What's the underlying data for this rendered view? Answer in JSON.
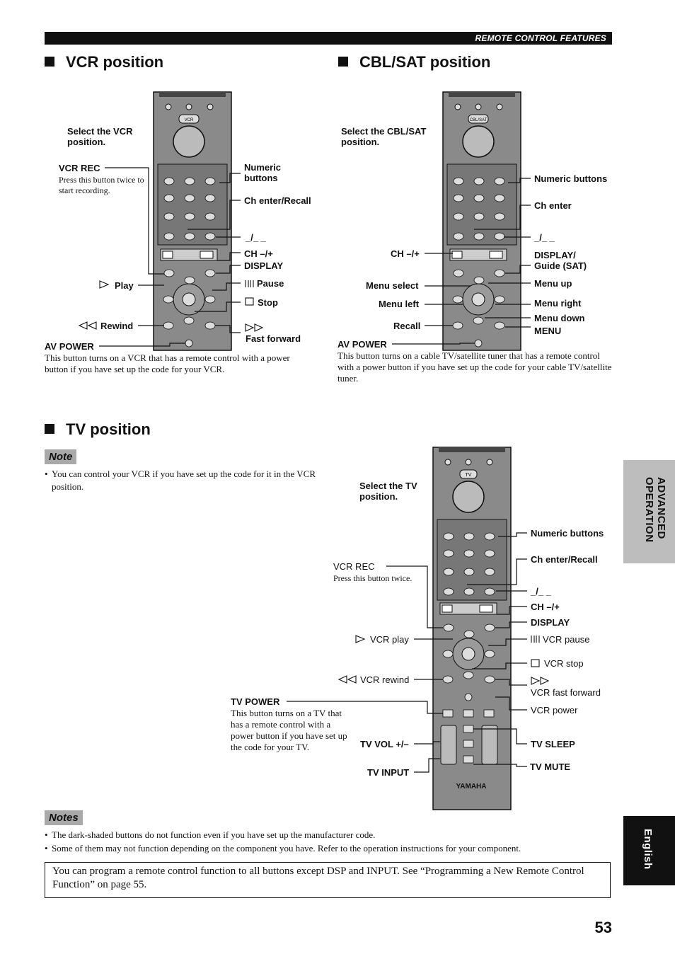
{
  "header": {
    "section": "REMOTE CONTROL FEATURES"
  },
  "vcr": {
    "title": "VCR position",
    "select": "Select the VCR position.",
    "vcr_rec": "VCR REC",
    "vcr_rec_note": "Press this button twice to start recording.",
    "numeric": "Numeric buttons",
    "ch_enter": "Ch enter/Recall",
    "dash": "_/_ _",
    "ch": "CH –/+",
    "display": "DISPLAY",
    "play": "Play",
    "pause": "Pause",
    "stop": "Stop",
    "rewind": "Rewind",
    "ff": "Fast forward",
    "av_power": "AV POWER",
    "av_power_note": "This button turns on a VCR that has a remote control with a power button if you have set up the code for your VCR.",
    "remote_mode": "VCR"
  },
  "cbl": {
    "title": "CBL/SAT position",
    "select": "Select the CBL/SAT position.",
    "numeric": "Numeric buttons",
    "ch_enter": "Ch enter",
    "dash": "_/_ _",
    "ch": "CH –/+",
    "display": "DISPLAY/ Guide (SAT)",
    "menu_select": "Menu select",
    "menu_up": "Menu up",
    "menu_left": "Menu left",
    "menu_right": "Menu right",
    "recall": "Recall",
    "menu_down": "Menu down",
    "menu": "MENU",
    "av_power": "AV POWER",
    "av_power_note": "This button turns on a cable TV/satellite tuner that has a remote control with a power button if you have set up the code for your cable TV/satellite tuner.",
    "remote_mode": "CBL/SAT"
  },
  "tv": {
    "title": "TV position",
    "note_head": "Note",
    "note": "You can control your VCR if you have set up the code for it in the VCR position.",
    "select": "Select the TV position.",
    "numeric": "Numeric buttons",
    "ch_enter": "Ch enter/Recall",
    "vcr_rec": "VCR REC",
    "vcr_rec_note": "Press this button twice.",
    "dash": "_/_ _",
    "ch": "CH –/+",
    "display": "DISPLAY",
    "vcr_play": "VCR play",
    "vcr_pause": "VCR pause",
    "vcr_stop": "VCR stop",
    "vcr_rewind": "VCR rewind",
    "vcr_ff": "VCR fast forward",
    "tv_power": "TV POWER",
    "tv_power_note": "This button turns on a TV that has a remote control with a power button if you have set up the code for your TV.",
    "vcr_power": "VCR power",
    "tv_vol": "TV VOL +/–",
    "tv_sleep": "TV SLEEP",
    "tv_input": "TV INPUT",
    "tv_mute": "TV MUTE",
    "remote_mode": "TV",
    "brand": "YAMAHA"
  },
  "notes": {
    "head": "Notes",
    "items": [
      "The dark-shaded buttons do not function even if you have set up the manufacturer code.",
      "Some of them may not function depending on the component you have. Refer to the operation instructions for your component."
    ]
  },
  "box_text": "You can program a remote control function to all buttons except DSP and INPUT. See “Programming a New Remote Control Function” on page 55.",
  "tabs": {
    "advanced": "ADVANCED OPERATION",
    "english": "English"
  },
  "page_number": "53",
  "colors": {
    "remote_body": "#8a8a8a",
    "remote_outline": "#111111",
    "tab_gray": "#bdbdbd"
  }
}
